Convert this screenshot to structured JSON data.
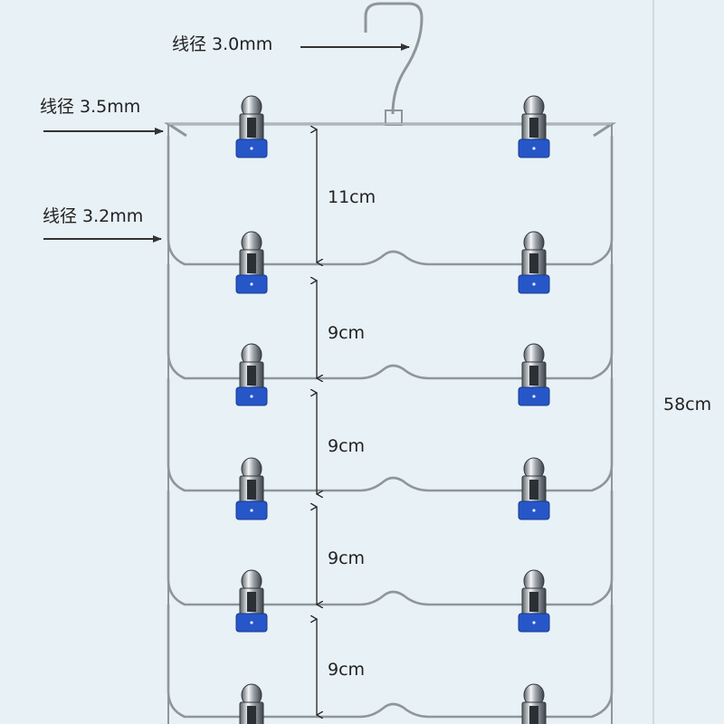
{
  "annotations": {
    "wire_top": "线径 3.0mm",
    "wire_frame": "线径 3.5mm",
    "wire_tier": "线径 3.2mm",
    "total_height": "58cm",
    "tier_gaps": [
      "11cm",
      "9cm",
      "9cm",
      "9cm",
      "9cm"
    ]
  },
  "product": {
    "tier_count_visible": 6,
    "clips_per_tier": 2,
    "clip_pad_color": "#2656c8",
    "wire_color": "#8f969b",
    "background_color": "#e8f1f6"
  }
}
